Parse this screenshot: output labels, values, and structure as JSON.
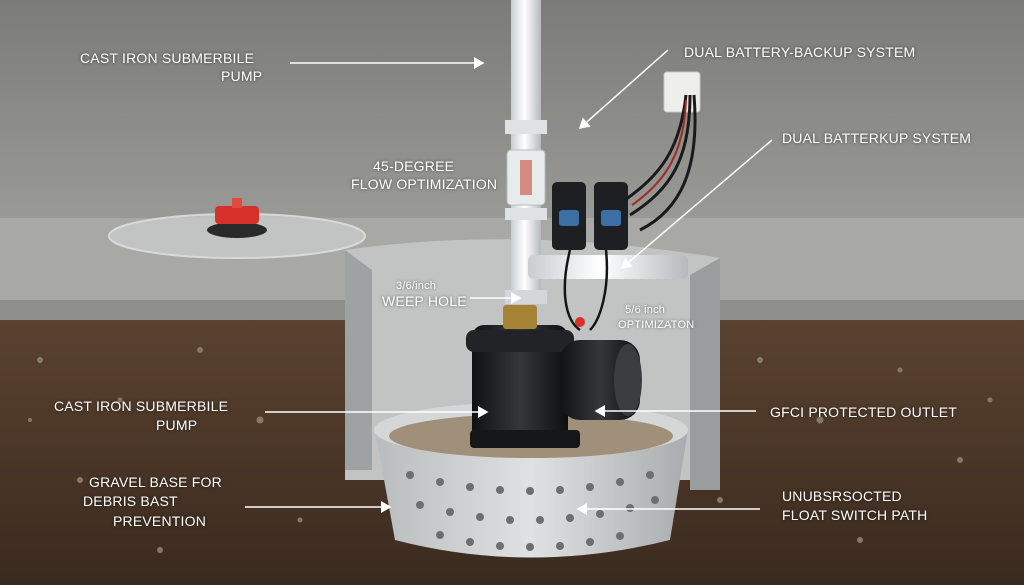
{
  "labels": {
    "top_left_line1": "CAST IRON SUBMERBILE",
    "top_left_line2": "PUMP",
    "top_right": "DUAL BATTERY-BACKUP SYSTEM",
    "mid_right": "DUAL BATTERKUP SYSTEM",
    "flow_line1": "45-DEGREE",
    "flow_line2": "FLOW OPTIMIZATION",
    "weep_line1": "3/6/inch",
    "weep_line2": "WEEP HOLE",
    "opt_line1": "5/6 inch",
    "opt_line2": "OPTIMIZATON",
    "pump_left_line1": "CAST IRON SUBMERBILE",
    "pump_left_line2": "PUMP",
    "gfci": "GFCI PROTECTED OUTLET",
    "gravel_line1": "GRAVEL BASE FOR",
    "gravel_line2": "DEBRIS BAST",
    "gravel_line3": "PREVENTION",
    "float_line1": "UNUBSRSOCTED",
    "float_line2": "FLOAT SWITCH PATH"
  },
  "colors": {
    "wall": "#8c8c8a",
    "floor": "#a3a3a0",
    "soil": "#4a3424",
    "pipe": "#e9ecee",
    "pump": "#1c1d20",
    "cap": "#d8312a"
  }
}
